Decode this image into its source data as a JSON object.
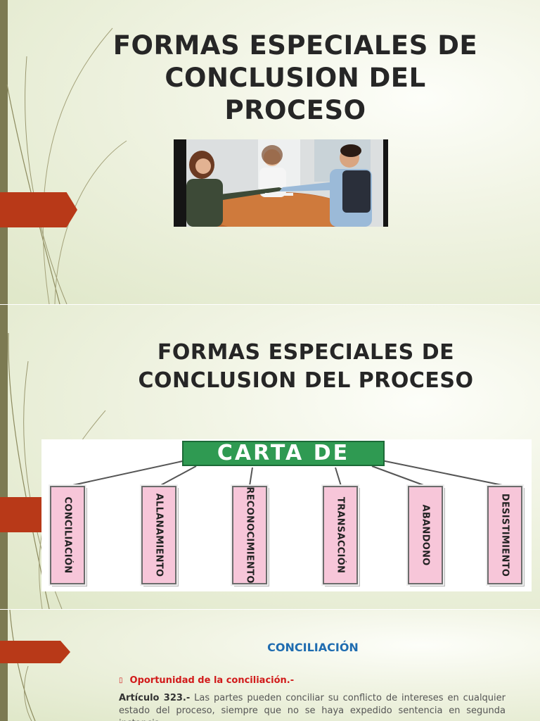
{
  "slide1": {
    "title": "FORMAS ESPECIALES DE CONCLUSION DEL PROCESO"
  },
  "slide2": {
    "title": "FORMAS ESPECIALES DE CONCLUSION DEL PROCESO",
    "diagram": {
      "header": "CARTA DE",
      "items": [
        "CONCILIACIÓN",
        "ALLANAMIENTO",
        "RECONOCIMIENTO",
        "TRANSACCIÓN",
        "ABANDONO",
        "DESISTIMIENTO"
      ]
    }
  },
  "slide3": {
    "heading": "CONCILIACIÓN",
    "bullet_marker": "▯",
    "bullet": "Oportunidad de la conciliación.-",
    "article_label": "Artículo 323.-",
    "article_text": "Las partes pueden conciliar su conflicto de intereses en cualquier estado del proceso, siempre que no se haya expedido sentencia en segunda instancia."
  },
  "colors": {
    "accent_tab": "#b83918",
    "left_bar": "#7c7a52",
    "diagram_header": "#2f9a52",
    "diagram_box": "#f7c6d9",
    "heading_blue": "#1f6cb0",
    "bullet_red": "#d11a1a"
  }
}
